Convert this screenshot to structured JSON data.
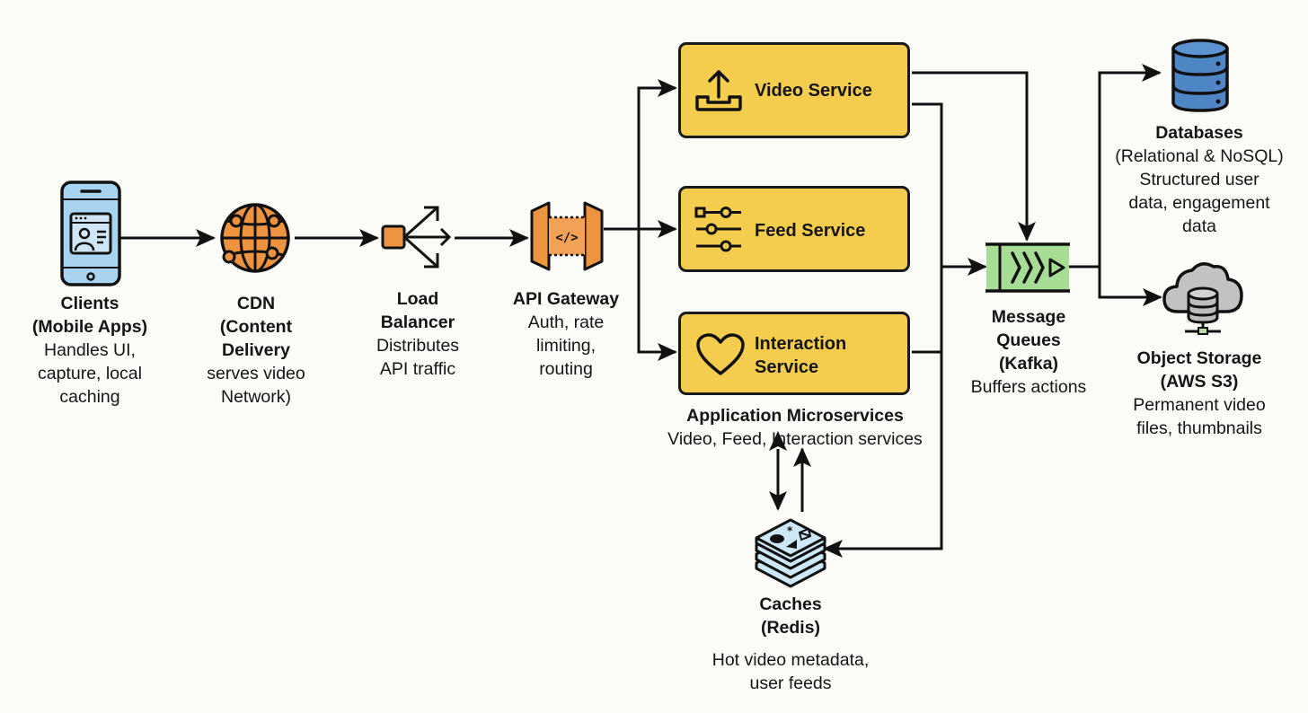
{
  "diagram": {
    "colors": {
      "line": "#111111",
      "service_fill": "#f5cd4e",
      "client_fill": "#a8d4f2",
      "cdn_fill": "#ee9440",
      "queue_fill": "#a6dc94",
      "db_fill": "#4f86c6",
      "storage_fill": "#bcbcbc",
      "cache_fill": "#cde9f7"
    },
    "nodes": {
      "clients": {
        "icon": "mobile-phone-icon",
        "title_lines": [
          "Clients",
          "(Mobile Apps)"
        ],
        "desc_lines": [
          "Handles UI,",
          "capture, local",
          "caching"
        ]
      },
      "cdn": {
        "icon": "globe-network-icon",
        "title_lines": [
          "CDN",
          "(Content",
          "Delivery"
        ],
        "desc_lines": [
          "serves video",
          "Network)"
        ]
      },
      "load_balancer": {
        "icon": "load-balancer-icon",
        "title_lines": [
          "Load",
          "Balancer"
        ],
        "desc_lines": [
          "Distributes",
          "API traffic"
        ]
      },
      "api_gateway": {
        "icon": "api-gateway-icon",
        "title_lines": [
          "API Gateway"
        ],
        "desc_lines": [
          "Auth, rate",
          "limiting,",
          "routing"
        ]
      },
      "video_service": {
        "icon": "upload-tray-icon",
        "name_lines": [
          "Video Service"
        ]
      },
      "feed_service": {
        "icon": "sliders-icon",
        "name_lines": [
          "Feed Service"
        ]
      },
      "interaction_service": {
        "icon": "heart-icon",
        "name_lines": [
          "Interaction",
          "Service"
        ]
      },
      "microservices_group": {
        "title": "Application Microservices",
        "desc": "Video, Feed, Interaction services"
      },
      "message_queues": {
        "icon": "message-queue-icon",
        "title_lines": [
          "Message",
          "Queues",
          "(Kafka)"
        ],
        "desc_lines": [
          "Buffers actions"
        ]
      },
      "databases": {
        "icon": "database-icon",
        "title_lines": [
          "Databases"
        ],
        "desc_lines": [
          "(Relational & NoSQL)",
          "Structured user",
          "data, engagement",
          "data"
        ]
      },
      "object_storage": {
        "icon": "cloud-storage-icon",
        "title_lines": [
          "Object Storage",
          "(AWS S3)"
        ],
        "desc_lines": [
          "Permanent video",
          "files, thumbnails"
        ]
      },
      "caches": {
        "icon": "cache-layers-icon",
        "title_lines": [
          "Caches",
          "(Redis)"
        ],
        "desc_lines": [
          "Hot video metadata,",
          "user feeds"
        ]
      }
    },
    "edges": [
      {
        "from": "clients",
        "to": "cdn"
      },
      {
        "from": "cdn",
        "to": "load_balancer"
      },
      {
        "from": "load_balancer",
        "to": "api_gateway"
      },
      {
        "from": "api_gateway",
        "to": "video_service"
      },
      {
        "from": "api_gateway",
        "to": "feed_service"
      },
      {
        "from": "api_gateway",
        "to": "interaction_service"
      },
      {
        "from": "video_service",
        "to": "message_queues"
      },
      {
        "from": "microservices",
        "to": "message_queues"
      },
      {
        "from": "message_queues",
        "to": "databases"
      },
      {
        "from": "message_queues",
        "to": "object_storage"
      },
      {
        "from": "microservices",
        "to": "caches"
      },
      {
        "from": "microservices",
        "to": "caches",
        "direction": "bidirectional"
      },
      {
        "from": "caches",
        "to": "microservices"
      }
    ]
  }
}
